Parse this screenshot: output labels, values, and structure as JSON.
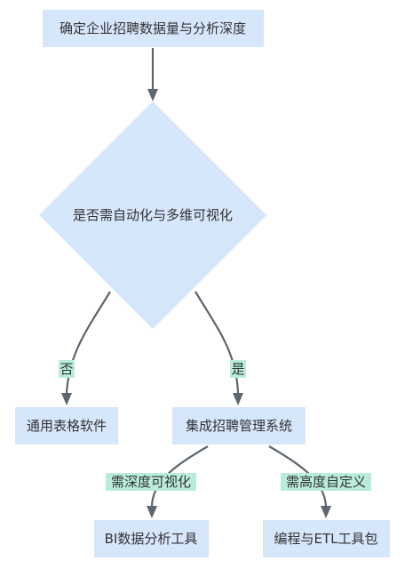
{
  "nodes": {
    "start": "确定企业招聘数据量与分析深度",
    "decision": "是否需自动化与多维可视化",
    "generic": "通用表格软件",
    "integrated": "集成招聘管理系统",
    "bi": "BI数据分析工具",
    "etl": "编程与ETL工具包"
  },
  "edges": {
    "no": "否",
    "yes": "是",
    "deep_viz": "需深度可视化",
    "high_custom": "需高度自定义"
  }
}
